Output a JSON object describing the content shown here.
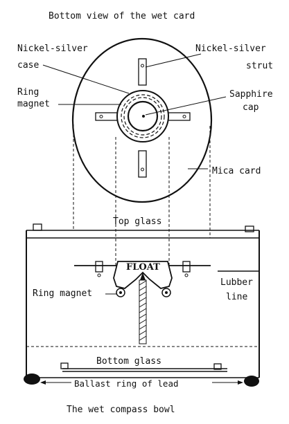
{
  "top_title": "Bottom view of the wet card",
  "bottom_title": "The wet compass bowl",
  "labels": {
    "case_line1": "Nickel-silver",
    "case_line2": "case",
    "strut_line1": "Nickel-silver",
    "strut_line2": "strut",
    "ring_line1": "Ring",
    "ring_line2": "magnet",
    "cap_line1": "Sapphire",
    "cap_line2": "cap",
    "mica": "Mica card",
    "top_glass": "Top glass",
    "float": "FLOAT",
    "ring_magnet_side": "Ring magnet",
    "lubber_line1": "Lubber",
    "lubber_line2": "line",
    "bottom_glass": "Bottom glass",
    "ballast": "Ballast ring of lead"
  }
}
